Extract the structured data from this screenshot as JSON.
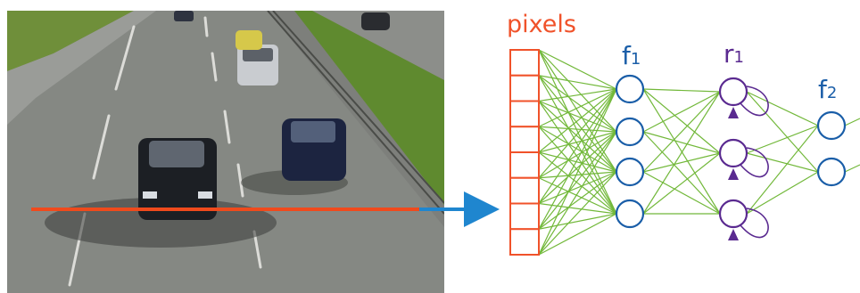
{
  "photo": {
    "description_icon": "road-photo",
    "vehicles": [
      "car",
      "car",
      "car",
      "car",
      "car",
      "car"
    ]
  },
  "diagram": {
    "pixels_label": "pixels",
    "input_cells": 8,
    "layers": [
      {
        "id": "f1",
        "base": "f",
        "sub": "1",
        "nodes": 4
      },
      {
        "id": "r1",
        "base": "r",
        "sub": "1",
        "nodes": 3,
        "recurrent": true
      },
      {
        "id": "f2",
        "base": "f",
        "sub": "2",
        "nodes": 2
      }
    ]
  },
  "colors": {
    "input": "#f0522a",
    "scanline": "#f04a1c",
    "arrow": "#1f86cf",
    "node": "#1a5ea8",
    "edges": "#72b83a",
    "recurrent": "#5a2a90",
    "f_label": "#1a5ea8",
    "r_label": "#5a2a90"
  }
}
